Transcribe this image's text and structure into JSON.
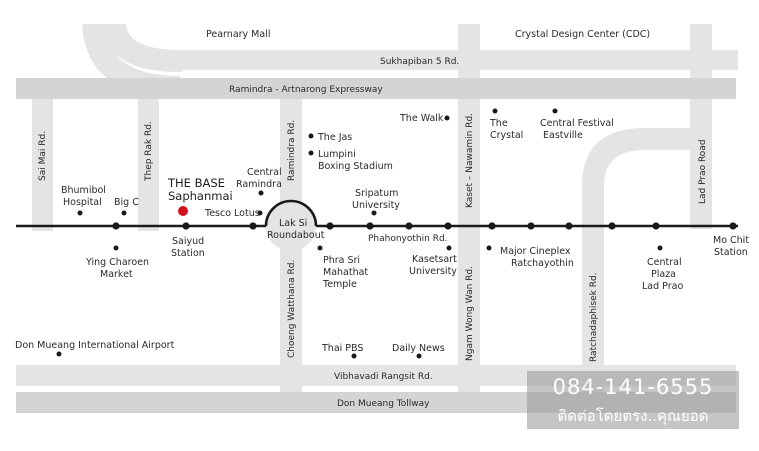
{
  "colors": {
    "road": "#e4e4e4",
    "road_dark": "#d2d2d2",
    "rail": "#1a1a1a",
    "poi": "#1a1a1a",
    "highlight": "#d0111b"
  },
  "roads": {
    "sukhapiban": "Sukhapiban 5 Rd.",
    "ramindra_expressway": "Ramindra - Artnarong Expressway",
    "vibhavadi": "Vibhavadi Rangsit Rd.",
    "tollway": "Don Mueang Tollway",
    "phahonyothin": "Phahonyothin Rd.",
    "sai_mai": "Sai Mai Rd.",
    "thep_rak": "Thep Rak Rd.",
    "ramindra": "Ramindra Rd.",
    "choeng_watthana": "Choeng Watthana Rd.",
    "kaset_nawamin": "Kaset – Nawamin Rd.",
    "ngam_wong_wan": "Ngam Wong Wan Rd.",
    "ratchadaphisek": "Ratchadaphisek Rd.",
    "lad_prao": "Lad Prao Road"
  },
  "places": {
    "pearnary_mall": "Pearnary Mall",
    "crystal_design_center": "Crystal Design Center (CDC)",
    "the_walk": "The Walk",
    "the_crystal": [
      "The",
      "Crystal"
    ],
    "central_festival": [
      "Central Festival",
      "Eastville"
    ],
    "the_jas": "The Jas",
    "lumpini": [
      "Lumpini",
      "Boxing Stadium"
    ],
    "central_ramindra": [
      "Central",
      "Ramindra"
    ],
    "the_base": [
      "THE BASE",
      "Saphanmai"
    ],
    "sripatum": [
      "Sripatum",
      "University"
    ],
    "bhumibol": [
      "Bhumibol",
      "Hospital"
    ],
    "big_c": "Big C",
    "tesco": "Tesco Lotus",
    "lak_si": [
      "Lak Si",
      "Roundabout"
    ],
    "saiyud": [
      "Saiyud",
      "Station"
    ],
    "ying_charoen": [
      "Ying Charoen",
      "Market"
    ],
    "phra_sri": [
      "Phra Sri",
      "Mahathat",
      "Temple"
    ],
    "kasetsart": [
      "Kasetsart",
      "University"
    ],
    "major_cineplex": [
      "Major Cineplex",
      "Ratchayothin"
    ],
    "central_plaza": [
      "Central",
      "Plaza",
      "Lad Prao"
    ],
    "mo_chit": [
      "Mo Chit",
      "Station"
    ],
    "don_mueang_airport": "Don Mueang International Airport",
    "thai_pbs": "Thai PBS",
    "daily_news": "Daily News"
  },
  "contact": {
    "phone": "084-141-6555",
    "tagline": "ติดต่อโดยตรง..คุณยอด"
  }
}
